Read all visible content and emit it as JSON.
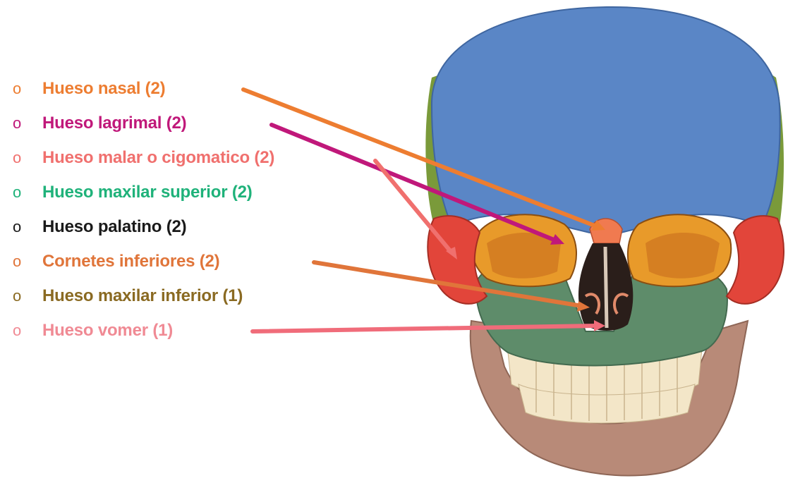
{
  "legend": {
    "items": [
      {
        "bullet": "o",
        "label": "Hueso nasal (2)",
        "color": "#ED7D31"
      },
      {
        "bullet": "o",
        "label": "Hueso lagrimal (2)",
        "color": "#C0187A"
      },
      {
        "bullet": "o",
        "label": "Hueso malar o cigomatico (2)",
        "color": "#F0706E"
      },
      {
        "bullet": "o",
        "label": "Hueso maxilar superior (2)",
        "color": "#1FB27A"
      },
      {
        "bullet": "o",
        "label": "Hueso palatino (2)",
        "color": "#1A1A1A"
      },
      {
        "bullet": "o",
        "label": "Cornetes inferiores (2)",
        "color": "#E0753A"
      },
      {
        "bullet": "o",
        "label": "Hueso maxilar inferior (1)",
        "color": "#8A6A22"
      },
      {
        "bullet": "o",
        "label": "Hueso vomer (1)",
        "color": "#F08A94"
      }
    ]
  },
  "colors": {
    "frontal": "#5A86C6",
    "temporal": "#7A9A3A",
    "zygomatic": "#E2453A",
    "maxilla": "#5E8C6A",
    "mandible": "#B88A78",
    "orbit_interior": "#E89A2A",
    "teeth": "#F3E6C8"
  }
}
